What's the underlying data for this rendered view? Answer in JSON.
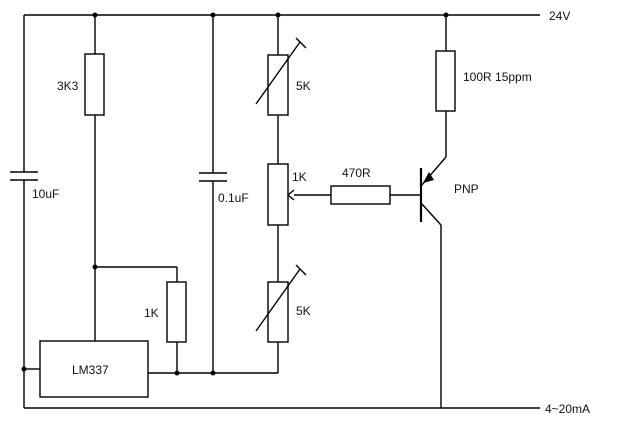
{
  "supply": {
    "positive": "24V",
    "output": "4~20mA"
  },
  "components": {
    "r_bias": "3K3",
    "c_bulk": "10uF",
    "c_bypass": "0.1uF",
    "pot_top": "5K",
    "pot_mid": "1K",
    "pot_bottom": "5K",
    "r_base": "470R",
    "r_sense": "100R 15ppm",
    "transistor": "PNP",
    "r_adj": "1K",
    "regulator": "LM337"
  }
}
